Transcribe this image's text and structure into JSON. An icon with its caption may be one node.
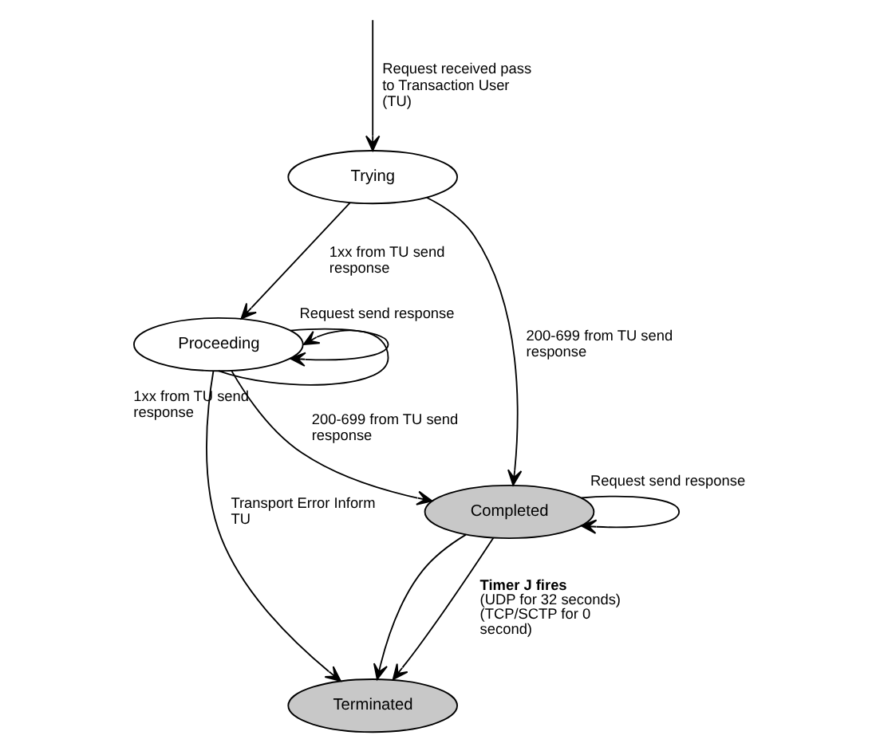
{
  "diagram": {
    "nodes": [
      {
        "text": [
          "Trying"
        ]
      },
      {
        "text": [
          "Proceeding"
        ]
      },
      {
        "text": [
          "Completed"
        ]
      },
      {
        "text": [
          "Terminated"
        ]
      }
    ],
    "edges": [
      {
        "from": null,
        "to": 0,
        "arrow": "to",
        "label": "Request received pass to Transaction User (TU)"
      },
      {
        "from": 0,
        "to": 1,
        "arrow": "to",
        "label": "1xx from TU send response"
      },
      {
        "from": 0,
        "to": 2,
        "arrow": "to",
        "label": "200-699 from TU send response"
      },
      {
        "from": 1,
        "to": 1,
        "arrow": "to",
        "label": "Request send response"
      },
      {
        "from": 1,
        "to": 1,
        "arrow": "to",
        "label": "1xx from TU send response"
      },
      {
        "from": 1,
        "to": 2,
        "arrow": "to",
        "label": "200-699 from TU send response"
      },
      {
        "from": 2,
        "to": 2,
        "arrow": "to",
        "label": "Request send response"
      },
      {
        "from": 2,
        "to": 3,
        "arrow": "to",
        "label": "**Timer J fires** (UDP for 32 seconds) (TCP/SCTP for 0 second)"
      },
      {
        "from": 1,
        "to": 3,
        "arrow": "to",
        "label": "Transport Error Inform TU"
      },
      {
        "from": 2,
        "to": 3,
        "arrow": "to"
      }
    ]
  }
}
